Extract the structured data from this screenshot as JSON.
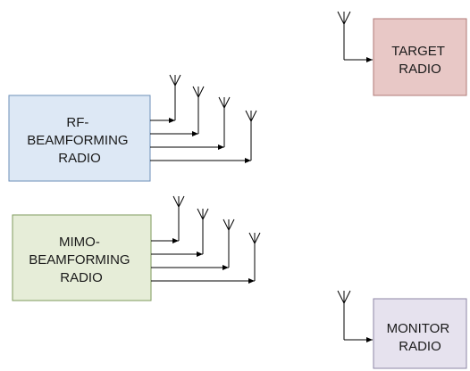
{
  "diagram": {
    "rf_radio": {
      "lines": [
        "RF-",
        "BEAMFORMING",
        "RADIO"
      ],
      "fill": "#dde8f5",
      "stroke": "#6d8fb8"
    },
    "mimo_radio": {
      "lines": [
        "MIMO-",
        "BEAMFORMING",
        "RADIO"
      ],
      "fill": "#e6edd8",
      "stroke": "#7f9a5c"
    },
    "target_radio": {
      "lines": [
        "TARGET",
        "RADIO"
      ],
      "fill": "#e8c8c6",
      "stroke": "#b07a77"
    },
    "monitor_radio": {
      "lines": [
        "MONITOR",
        "RADIO"
      ],
      "fill": "#e6e2ee",
      "stroke": "#8e86a6"
    }
  }
}
